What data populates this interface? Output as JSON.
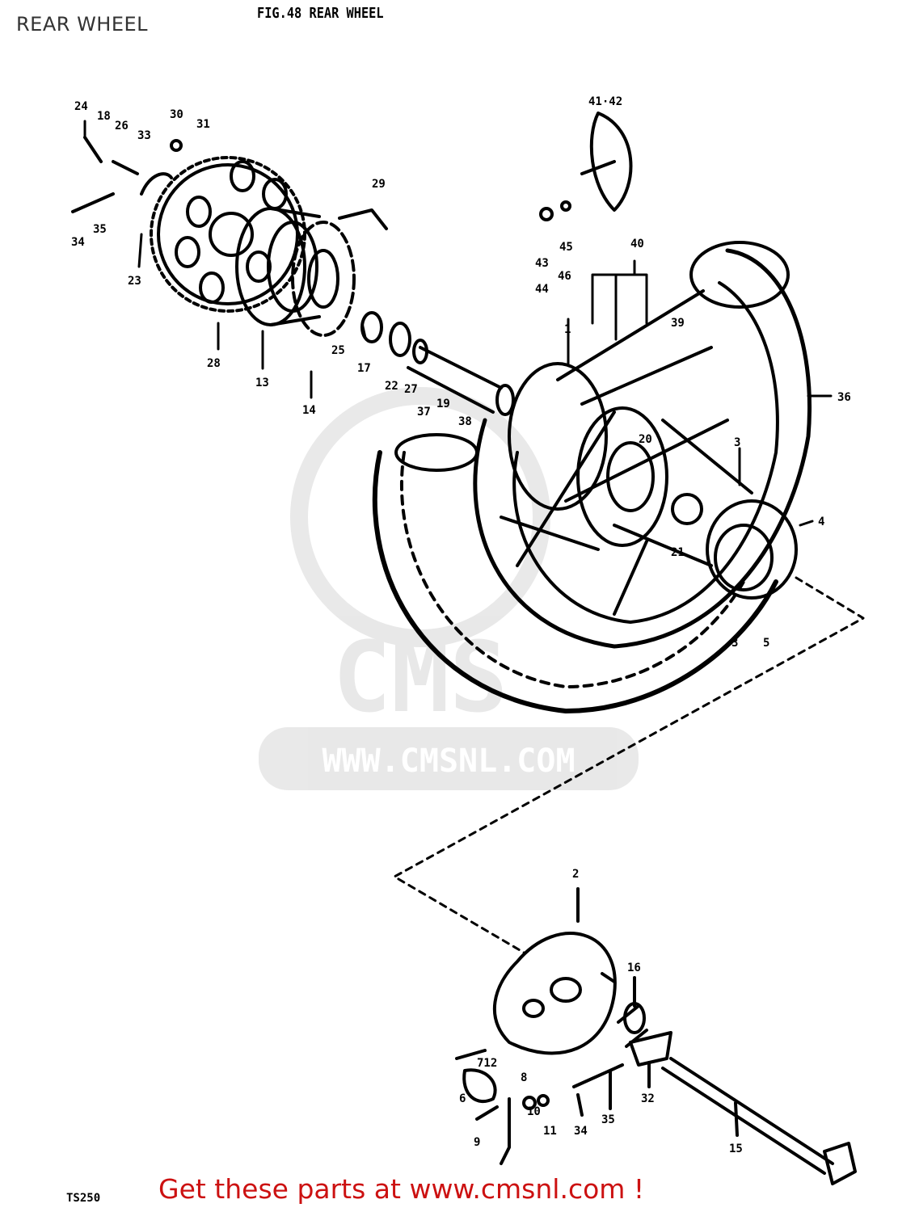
{
  "header": {
    "page_title": "REAR WHEEL",
    "figure_title": "FIG.48  REAR WHEEL"
  },
  "footer": {
    "model_code": "TS250",
    "call_to_action": "Get these parts at www.cmsnl.com !"
  },
  "watermark": {
    "text": "WWW.CMSNL.COM",
    "logo_text": "CMS"
  },
  "callouts": [
    {
      "id": "c24",
      "label": "24"
    },
    {
      "id": "c18",
      "label": "18"
    },
    {
      "id": "c26",
      "label": "26"
    },
    {
      "id": "c33",
      "label": "33"
    },
    {
      "id": "c30",
      "label": "30"
    },
    {
      "id": "c31",
      "label": "31"
    },
    {
      "id": "c29",
      "label": "29"
    },
    {
      "id": "c34a",
      "label": "34"
    },
    {
      "id": "c35a",
      "label": "35"
    },
    {
      "id": "c23",
      "label": "23"
    },
    {
      "id": "c28",
      "label": "28"
    },
    {
      "id": "c13",
      "label": "13"
    },
    {
      "id": "c14",
      "label": "14"
    },
    {
      "id": "c25",
      "label": "25"
    },
    {
      "id": "c17",
      "label": "17"
    },
    {
      "id": "c22",
      "label": "22"
    },
    {
      "id": "c27",
      "label": "27"
    },
    {
      "id": "c19",
      "label": "19"
    },
    {
      "id": "c37",
      "label": "37"
    },
    {
      "id": "c38",
      "label": "38"
    },
    {
      "id": "c4142",
      "label": "41·42"
    },
    {
      "id": "c45",
      "label": "45"
    },
    {
      "id": "c46",
      "label": "46"
    },
    {
      "id": "c43",
      "label": "43"
    },
    {
      "id": "c44",
      "label": "44"
    },
    {
      "id": "c40",
      "label": "40"
    },
    {
      "id": "c36",
      "label": "36"
    },
    {
      "id": "c39",
      "label": "39"
    },
    {
      "id": "c20",
      "label": "20"
    },
    {
      "id": "c1",
      "label": "1"
    },
    {
      "id": "c3a",
      "label": "3"
    },
    {
      "id": "c4",
      "label": "4"
    },
    {
      "id": "c21",
      "label": "21"
    },
    {
      "id": "c3b",
      "label": "3"
    },
    {
      "id": "c5",
      "label": "5"
    },
    {
      "id": "c2",
      "label": "2"
    },
    {
      "id": "c16",
      "label": "16"
    },
    {
      "id": "c712",
      "label": "712"
    },
    {
      "id": "c8",
      "label": "8"
    },
    {
      "id": "c6",
      "label": "6"
    },
    {
      "id": "c10",
      "label": "10"
    },
    {
      "id": "c11",
      "label": "11"
    },
    {
      "id": "c9",
      "label": "9"
    },
    {
      "id": "c34b",
      "label": "34"
    },
    {
      "id": "c35b",
      "label": "35"
    },
    {
      "id": "c32",
      "label": "32"
    },
    {
      "id": "c15",
      "label": "15"
    }
  ]
}
